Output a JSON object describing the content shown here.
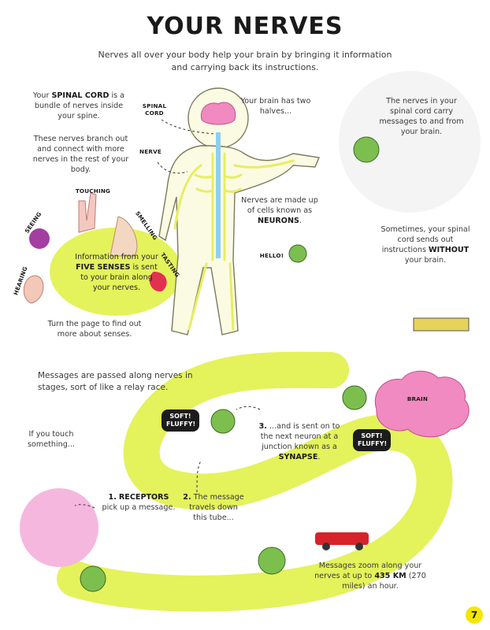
{
  "title": "YOUR NERVES",
  "intro": "Nerves all over your body help your brain by bringing it information and carrying back its instructions.",
  "spinal_cord": {
    "pre": "Your ",
    "bold": "SPINAL CORD",
    "post": " is a bundle of nerves inside your spine."
  },
  "branches": "These nerves branch out and connect with more nerves in the rest of your body.",
  "labels": {
    "spinal_cord": "SPINAL CORD",
    "nerve": "NERVE",
    "touching": "TOUCHING",
    "seeing": "SEEING",
    "smelling": "SMELLING",
    "tasting": "TASTING",
    "hearing": "HEARING",
    "hello": "HELLO!"
  },
  "brain_halves": "Your brain has two halves...",
  "spinal_messages": "The nerves in your spinal cord carry messages to and from your brain.",
  "neurons": {
    "pre": "Nerves are made up of cells known as ",
    "bold": "NEURONS",
    "post": "."
  },
  "without": {
    "pre": "Sometimes, your spinal cord sends out instructions ",
    "bold": "WITHOUT",
    "post": " your brain."
  },
  "five_senses": {
    "pre": "Information from your ",
    "bold": "FIVE SENSES",
    "post": " is sent to your brain along your nerves."
  },
  "turn_page": "Turn the page to find out more about senses.",
  "relay": "Messages are passed along nerves in stages, sort of like a relay race.",
  "if_you_touch": "If you touch something...",
  "bubble_left": "SOFT! FLUFFY!",
  "bubble_right": "SOFT! FLUFFY!",
  "brain_label": "BRAIN",
  "step1": {
    "num": "1.",
    "bold": "RECEPTORS",
    "post": "pick up a message."
  },
  "step2": {
    "num": "2.",
    "post": "The message travels down this tube..."
  },
  "step3": {
    "num": "3.",
    "pre": "...and is sent on to the next neuron at a junction known as a ",
    "bold": "SYNAPSE",
    "post": "."
  },
  "zoom": {
    "pre": "Messages zoom along your nerves at up to ",
    "bold": "435 KM",
    "post": " (270 miles) an hour."
  },
  "page_number": "7",
  "colors": {
    "lime": "#e4f25c",
    "lime_dark": "#b9d234",
    "nerve": "#7cbf4e",
    "pink": "#f5a0c8",
    "brain": "#f08ac0",
    "spine_blue": "#8ed0f0",
    "yellow": "#f5e600"
  }
}
